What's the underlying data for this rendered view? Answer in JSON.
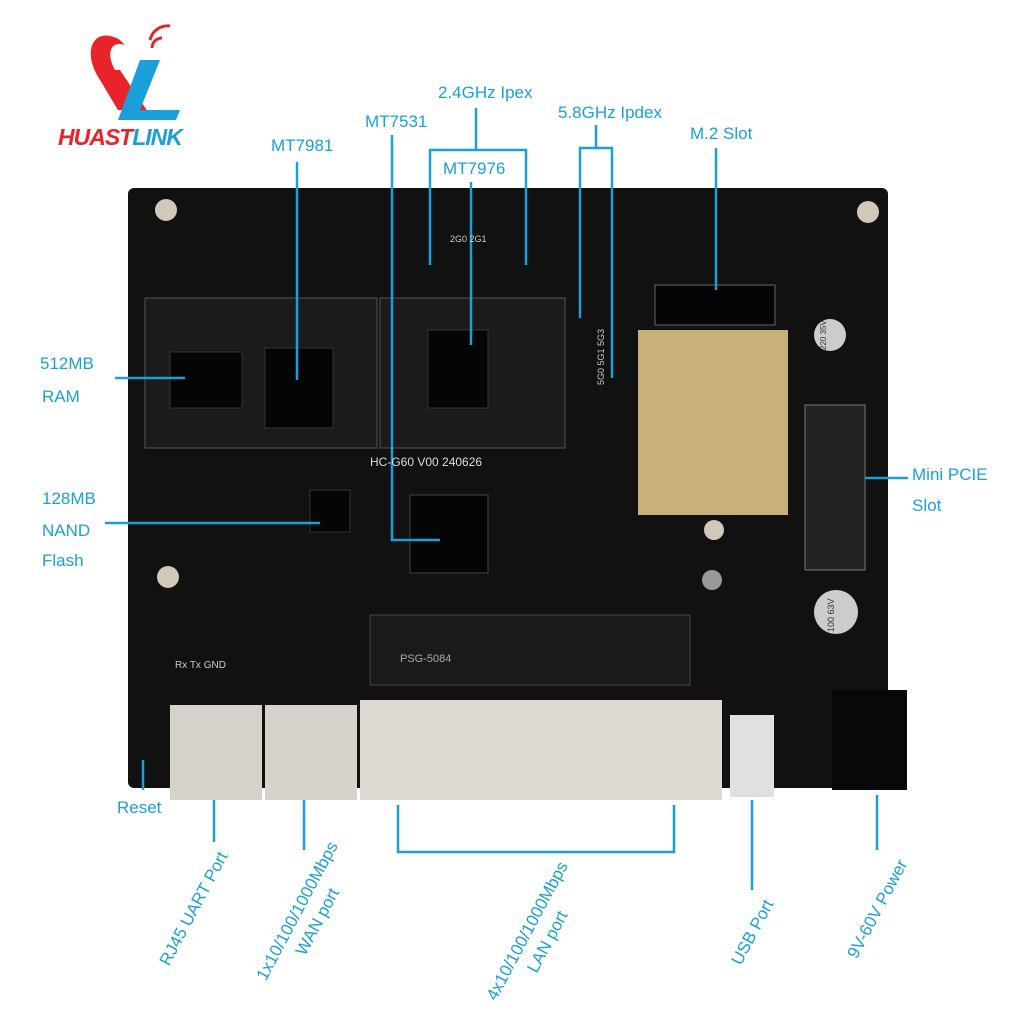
{
  "brand": {
    "name_part1": "HUAST",
    "name_part2": "LINK",
    "colors": {
      "red": "#e8242a",
      "blue": "#1a9fd9"
    }
  },
  "board_silkscreen": {
    "model": "HC-G60 V00 240626",
    "antenna_2g": "2G0 2G1",
    "antenna_5g": "5G0 5G1 5G3",
    "uart": "Rx Tx GND",
    "transformer": "PSG-5084",
    "cap1": "220 35V",
    "cap2": "100 63V"
  },
  "labels": {
    "mt7981": "MT7981",
    "mt7531": "MT7531",
    "ipex_24": "2.4GHz Ipex",
    "mt7976": "MT7976",
    "ipex_58": "5.8GHz Ipdex",
    "m2_slot": "M.2 Slot",
    "ram_line1": "512MB",
    "ram_line2": "RAM",
    "nand_line1": "128MB",
    "nand_line2": "NAND",
    "nand_line3": "Flash",
    "minipcie_line1": "Mini PCIE",
    "minipcie_line2": "Slot",
    "reset": "Reset",
    "rj45_uart": "RJ45 UART Port",
    "wan_line1": "1x10/100/1000Mbps",
    "wan_line2": "WAN port",
    "lan_line1": "4x10/100/1000Mbps",
    "lan_line2": "LAN port",
    "usb": "USB Port",
    "power": "9V-60V Power"
  },
  "colors": {
    "label": "#1a9fd9",
    "pcb": "#111111",
    "metal": "#d6d2cc",
    "gold": "#c9b07a"
  }
}
